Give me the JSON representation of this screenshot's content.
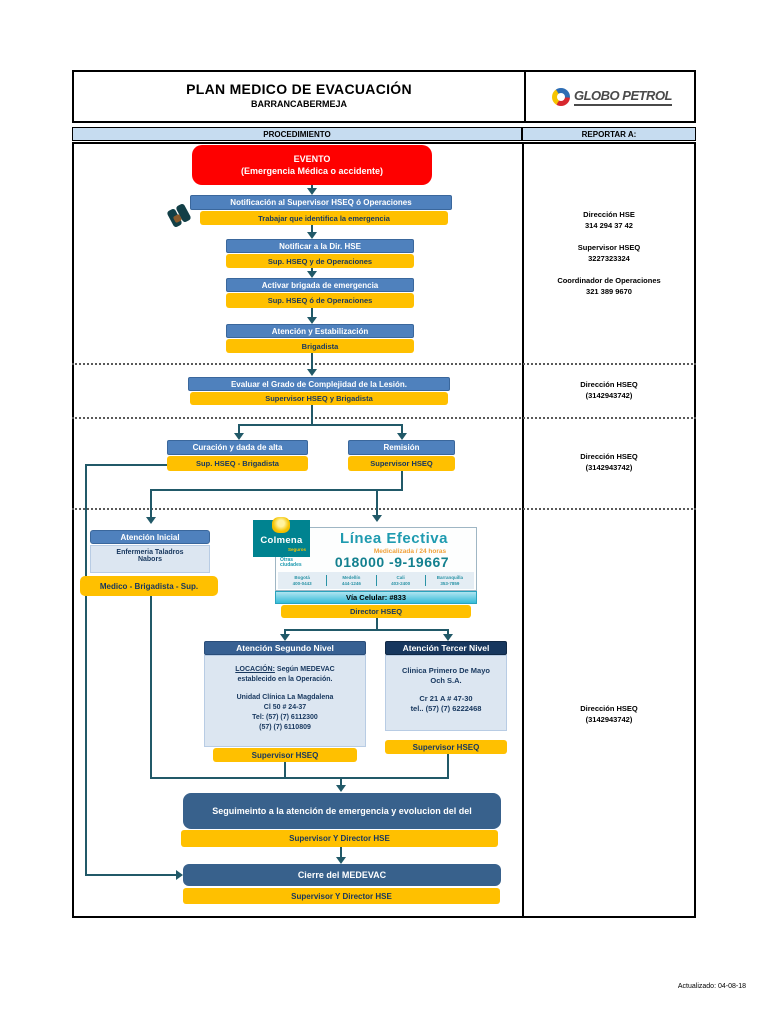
{
  "header": {
    "title": "PLAN MEDICO DE EVACUACIÓN",
    "subtitle": "BARRANCABERMEJA",
    "logo_text": "GLOBO PETROL",
    "col_procedure": "PROCEDIMIENTO",
    "col_report": "REPORTAR A:"
  },
  "colors": {
    "process_blue": "#4f81bd",
    "accent_yellow": "#ffc000",
    "event_red": "#fe0000",
    "dark_navy": "#17375e",
    "closing_blue": "#38618c",
    "connector_teal": "#215968",
    "colmena_teal": "#008390",
    "header_light_blue": "#c6dcf0"
  },
  "flow": {
    "evento": {
      "line1": "EVENTO",
      "line2": "(Emergencia Médica o accidente)"
    },
    "notificacion": {
      "action": "Notificación al Supervisor HSEQ ó Operaciones",
      "actor": "Trabajar que identifica la emergencia"
    },
    "notificar_dir": {
      "action": "Notificar a la Dir. HSE",
      "actor": "Sup. HSEQ y de Operaciones"
    },
    "activar": {
      "action": "Activar brigada de emergencia",
      "actor": "Sup. HSEQ ó de Operaciones"
    },
    "atencion_estab": {
      "action": "Atención y Estabilización",
      "actor": "Brigadista"
    },
    "evaluar": {
      "action": "Evaluar el Grado de Complejidad de la Lesión.",
      "actor": "Supervisor HSEQ y Brigadista"
    },
    "curacion": {
      "action": "Curación y dada de alta",
      "actor": "Sup. HSEQ - Brigadista"
    },
    "remision": {
      "action": "Remisión",
      "actor": "Supervisor HSEQ"
    },
    "atencion_inicial": {
      "title": "Atención Inicial",
      "body_line1": "Enfermeria Taladros",
      "body_line2": "Nabors",
      "actor": "Medico - Brigadista - Sup."
    },
    "linea_efectiva": {
      "brand": "Colmena",
      "brand_sub": "Seguros",
      "title": "Línea Efectiva",
      "subtitle": "Medicalizada / 24 horas",
      "other_label1": "Otras",
      "other_label2": "ciudades",
      "phone": "018000 -9-19667",
      "cities": [
        {
          "name": "Bogotá",
          "phone": "400-0443"
        },
        {
          "name": "Medellín",
          "phone": "444-1246"
        },
        {
          "name": "Cali",
          "phone": "403-2400"
        },
        {
          "name": "Barranquilla",
          "phone": "353-7859"
        }
      ],
      "cell": "Vía Celular: #833",
      "actor": "Director HSEQ"
    },
    "segundo_nivel": {
      "title": "Atención Segundo Nivel",
      "loc_label": "LOCACIÓN:",
      "loc_rest": " Según MEDEVAC",
      "loc_line2": "establecido en la Operación.",
      "lines": [
        "Unidad Clínica La Magdalena",
        "Cl 50 # 24-37",
        "Tel: (57) (7) 6112300",
        "(57) (7) 6110809"
      ],
      "actor": "Supervisor HSEQ"
    },
    "tercer_nivel": {
      "title": "Atención Tercer Nivel",
      "lines": [
        "Clinica Primero De Mayo",
        "Och S.A.",
        "Cr 21 A # 47-30",
        "tel.. (57) (7) 6222468"
      ],
      "actor": "Supervisor HSEQ"
    },
    "seguimiento": {
      "action": "Seguimeinto a la atención de emergencia y evolucion del del",
      "actor": "Supervisor  Y Director HSE"
    },
    "cierre": {
      "action": "Cierre del MEDEVAC",
      "actor": "Supervisor  Y Director HSE"
    }
  },
  "report": {
    "s1a_label": "Dirección HSE",
    "s1a_value": "314 294 37 42",
    "s1b_label": "Supervisor HSEQ",
    "s1b_value": "3227323324",
    "s1c_label": "Coordinador de Operaciones",
    "s1c_value": "321 389 9670",
    "s2_label": "Dirección HSEQ",
    "s2_value": "(3142943742)",
    "s3_label": "Dirección HSEQ",
    "s3_value": "(3142943742)",
    "s4_label": "Dirección HSEQ",
    "s4_value": "(3142943742)"
  },
  "footer": {
    "updated": "Actualizado: 04-08-18"
  }
}
